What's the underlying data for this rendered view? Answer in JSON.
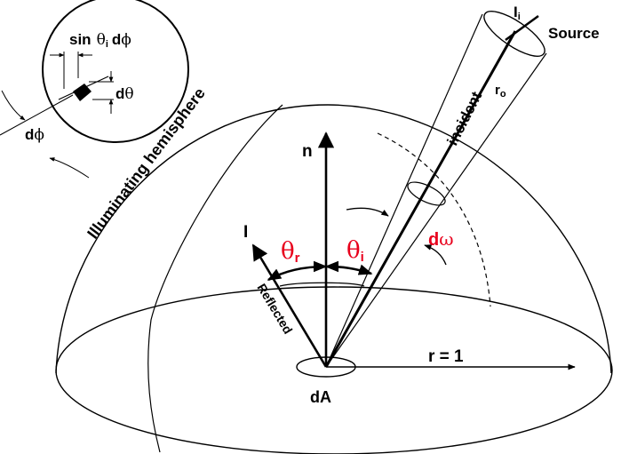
{
  "labels": {
    "source": "Source",
    "li_main": "I",
    "li_sub": "i",
    "incident": "incident",
    "r0_main": "r",
    "r0_sub": "o",
    "illuminating": "Illuminating hemisphere",
    "n": "n",
    "i_vec": "I",
    "theta_r_main": "θ",
    "theta_r_sub": "r",
    "theta_i_main": "θ",
    "theta_i_sub": "i",
    "domega_d": "d",
    "domega_w": "ω",
    "reflected": "Reflected",
    "r_eq_1": "r = 1",
    "dA": "dA",
    "inset_sin": "sin",
    "inset_theta_i_main": "θ",
    "inset_theta_i_sub": "i",
    "inset_dphi_d": "d",
    "inset_dphi_phi": "ϕ",
    "inset_dtheta_d": "d",
    "inset_dtheta_theta": "θ",
    "left_dphi_d": "d",
    "left_dphi_phi": "ϕ"
  },
  "colors": {
    "ink": "#000000",
    "accent": "#e8001c",
    "background": "#ffffff"
  }
}
